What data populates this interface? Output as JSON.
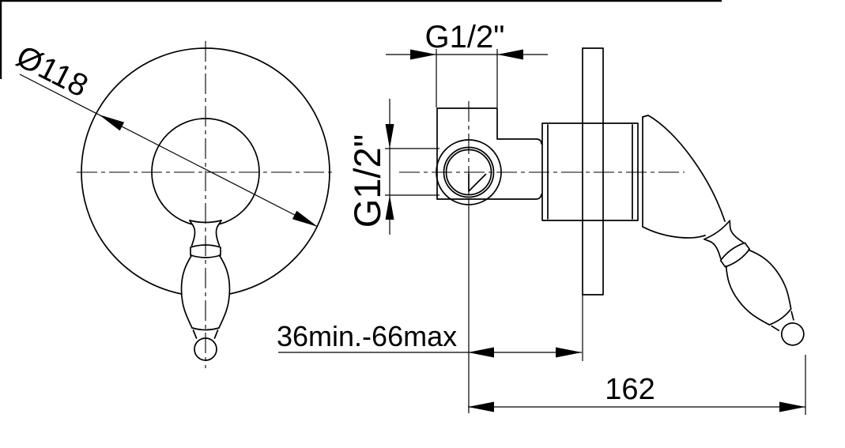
{
  "drawing": {
    "kind": "technical dimension drawing",
    "views": [
      "front-view",
      "side-view"
    ],
    "labels": {
      "front_diameter": "Ø118",
      "thread_top": "G1/2\"",
      "thread_side": "G1/2\"",
      "depth_range": "36min.-66max",
      "length": "162"
    },
    "colors": {
      "line": "#000000",
      "background": "#ffffff"
    }
  }
}
